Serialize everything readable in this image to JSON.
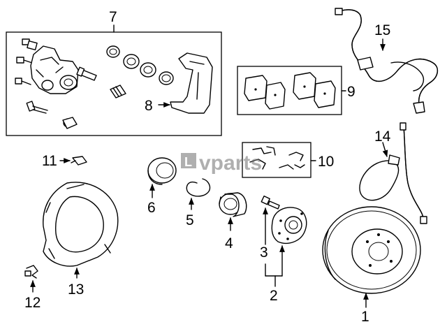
{
  "callouts": {
    "c1": "1",
    "c2": "2",
    "c3": "3",
    "c4": "4",
    "c5": "5",
    "c6": "6",
    "c7": "7",
    "c8": "8",
    "c9": "9",
    "c10": "10",
    "c11": "11",
    "c12": "12",
    "c13": "13",
    "c14": "14",
    "c15": "15"
  },
  "watermark": "vparts",
  "watermark_logo_letter": "L",
  "colors": {
    "line": "#000000",
    "background": "#ffffff",
    "watermark": "#6e6e6e"
  }
}
